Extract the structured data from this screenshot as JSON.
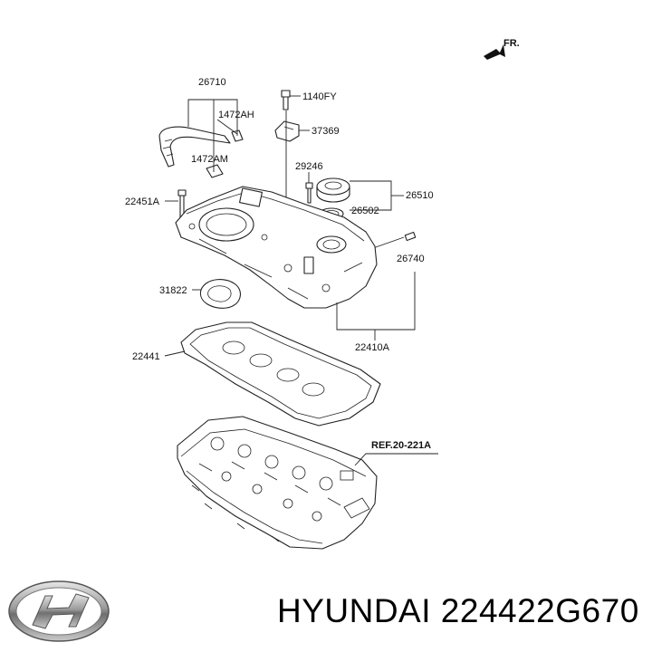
{
  "diagram": {
    "direction_label": "FR.",
    "labels": {
      "p26710": "26710",
      "p1472AH": "1472AH",
      "p1472AM": "1472AM",
      "p22451A": "22451A",
      "p1140FY": "1140FY",
      "p37369": "37369",
      "p29246": "29246",
      "p26510": "26510",
      "p26502": "26502",
      "p26740": "26740",
      "p31822": "31822",
      "p22441": "22441",
      "p22410A": "22410A",
      "ref": "REF.20-221A"
    }
  },
  "footer": {
    "caption": "HYUNDAI 224422G670",
    "logo": "hyundai-logo"
  }
}
